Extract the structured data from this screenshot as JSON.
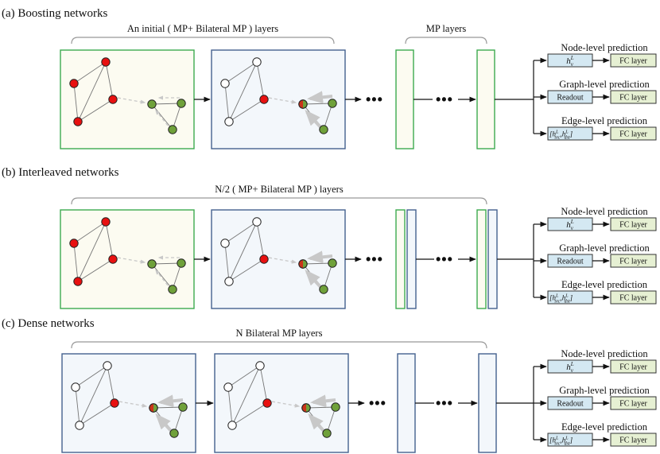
{
  "sections": [
    {
      "title": "(a) Boosting networks",
      "brackets": [
        {
          "label": "An initial ( MP+ Bilateral MP ) layers"
        },
        {
          "label": "MP layers"
        }
      ],
      "kind": "boosting"
    },
    {
      "title": "(b) Interleaved networks",
      "brackets": [
        {
          "label": "N/2 ( MP+ Bilateral MP ) layers"
        }
      ],
      "kind": "interleaved"
    },
    {
      "title": "(c) Dense networks",
      "brackets": [
        {
          "label": "N Bilateral MP layers"
        }
      ],
      "kind": "dense"
    }
  ],
  "predictions": {
    "node_level": "Node-level prediction",
    "graph_level": "Graph-level prediction",
    "edge_level": "Edge-level prediction",
    "fc_layer": "FC layer",
    "readout": "Readout",
    "node_repr": {
      "base": "h",
      "sub": "v",
      "sup": "L"
    },
    "edge_repr": {
      "src_sub": "src",
      "dst_sub": "dst",
      "sup": "L"
    }
  },
  "ellipsis": "•••",
  "colors": {
    "mp_border": "#3daa4f",
    "mp_fill": "#fcfbf1",
    "bmp_border": "#44618f",
    "bmp_fill": "#f3f7fb",
    "node_red": "#e81010",
    "node_green": "#6fa13a",
    "node_white": "#ffffff",
    "repr_box": "#d4e8f2",
    "fc_box": "#e6f0d3",
    "arrow_gray": "#c8c8c8"
  }
}
